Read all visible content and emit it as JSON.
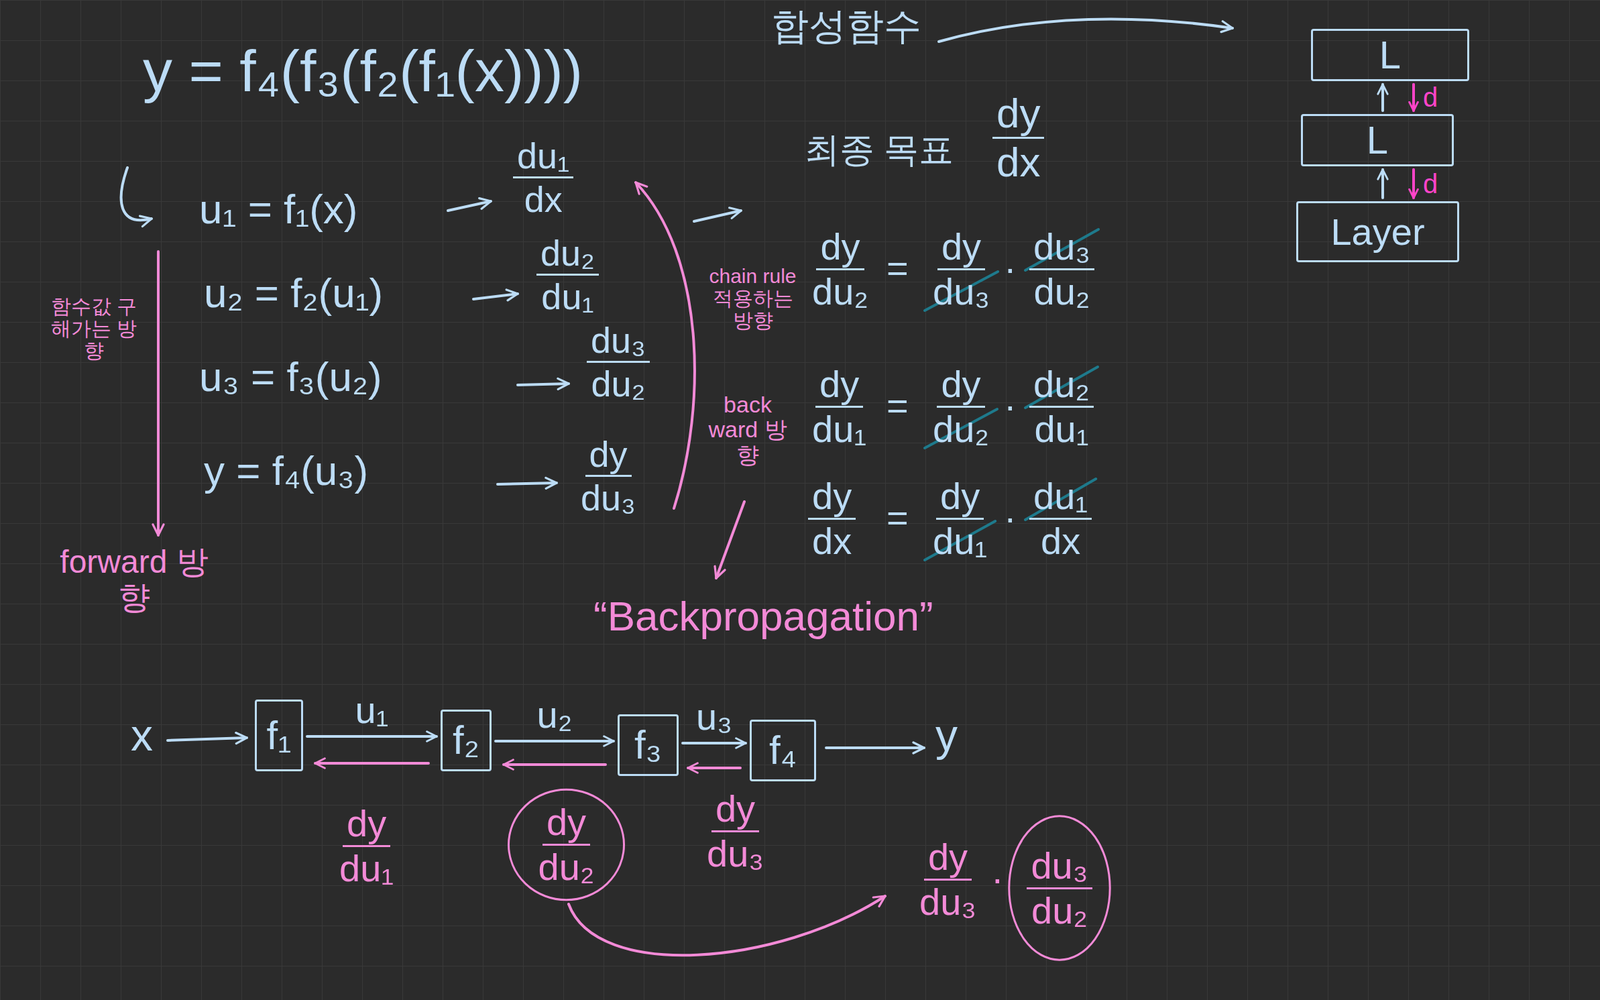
{
  "diagram": {
    "nodes": [
      {
        "text": [
          "L"
        ]
      },
      {
        "text": [
          "L"
        ]
      },
      {
        "text": [
          "Layer"
        ]
      },
      {
        "text": [
          "f₁"
        ]
      },
      {
        "text": [
          "f₂"
        ]
      },
      {
        "text": [
          "f₃"
        ]
      },
      {
        "text": [
          "f₄"
        ]
      },
      {
        "text": [
          "dy",
          "du₂"
        ]
      },
      {
        "text": [
          "du₃",
          "du₂"
        ]
      }
    ],
    "edges": [
      {
        "from": 3,
        "to": 4,
        "arrow": "to",
        "label": "u₁"
      },
      {
        "from": 4,
        "to": 5,
        "arrow": "to",
        "label": "u₂"
      },
      {
        "from": 5,
        "to": 6,
        "arrow": "to",
        "label": "u₃"
      },
      {
        "from": 4,
        "to": 3,
        "arrow": "to"
      },
      {
        "from": 5,
        "to": 4,
        "arrow": "to"
      },
      {
        "from": 6,
        "to": 5,
        "arrow": "to"
      },
      {
        "from": 2,
        "to": 1,
        "arrow": "to"
      },
      {
        "from": 1,
        "to": 0,
        "arrow": "to"
      },
      {
        "from": 0,
        "to": 1,
        "arrow": "to",
        "label": "d"
      },
      {
        "from": 1,
        "to": 2,
        "arrow": "to",
        "label": "d"
      }
    ],
    "labels": [
      "y = f₄(f₃(f₂(f₁(x))))",
      "합성함수",
      "최종 목표",
      "dy",
      "dx",
      "u₁ = f₁(x)",
      "du₁",
      "dx",
      "u₂ = f₂(u₁)",
      "du₂",
      "du₁",
      "u₃ = f₃(u₂)",
      "du₃",
      "du₂",
      "y = f₄(u₃)",
      "dy",
      "du₃",
      "함수값 구해가는 방향",
      "forward 방향",
      "chain rule 적용하는 방향",
      "back ward 방향",
      "“Backpropagation”",
      "dy",
      "du₂",
      "=",
      "dy",
      "du₃",
      "·",
      "du₃",
      "du₂",
      "dy",
      "du₁",
      "=",
      "dy",
      "du₂",
      "·",
      "du₂",
      "du₁",
      "dy",
      "dx",
      "=",
      "dy",
      "du₁",
      "·",
      "du₁",
      "dx",
      "x",
      "y",
      "dy",
      "du₁",
      "dy",
      "du₃",
      "dy",
      "du₃",
      "·"
    ]
  }
}
